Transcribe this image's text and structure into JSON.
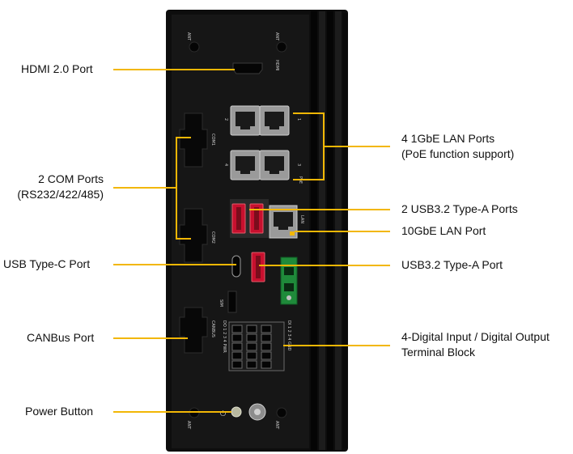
{
  "labels_left": {
    "hdmi": "HDMI 2.0 Port",
    "com_line1": "2 COM Ports",
    "com_line2": "(RS232/422/485)",
    "usbc": "USB Type-C Port",
    "canbus": "CANBus Port",
    "power": "Power Button"
  },
  "labels_right": {
    "lan_line1": "4 1GbE LAN Ports",
    "lan_line2": "(PoE function support)",
    "usb2": "2 USB3.2 Type-A Ports",
    "lan10g": "10GbE LAN Port",
    "usb1": "USB3.2 Type-A Port",
    "dio_line1": "4-Digital Input / Digital Output",
    "dio_line2": "Terminal Block"
  },
  "silkscreen": {
    "ant": "ANT",
    "hdmi": "HDMI",
    "com1": "COM1",
    "com2": "COM2",
    "canbus": "CANBUS",
    "sim": "SIM",
    "lan": "LAN",
    "poe": "PoE",
    "dio_pins": "DO 1 2 3 4 PWR",
    "di_pins": "DI 1 2 3 4 GND",
    "port_1": "1",
    "port_2": "2",
    "port_3": "3",
    "port_4": "4"
  },
  "colors": {
    "callout_line": "#f2b705",
    "chassis": "#121212",
    "terminal_green": "#1f8a3a",
    "usb_red": "#c8102e"
  }
}
